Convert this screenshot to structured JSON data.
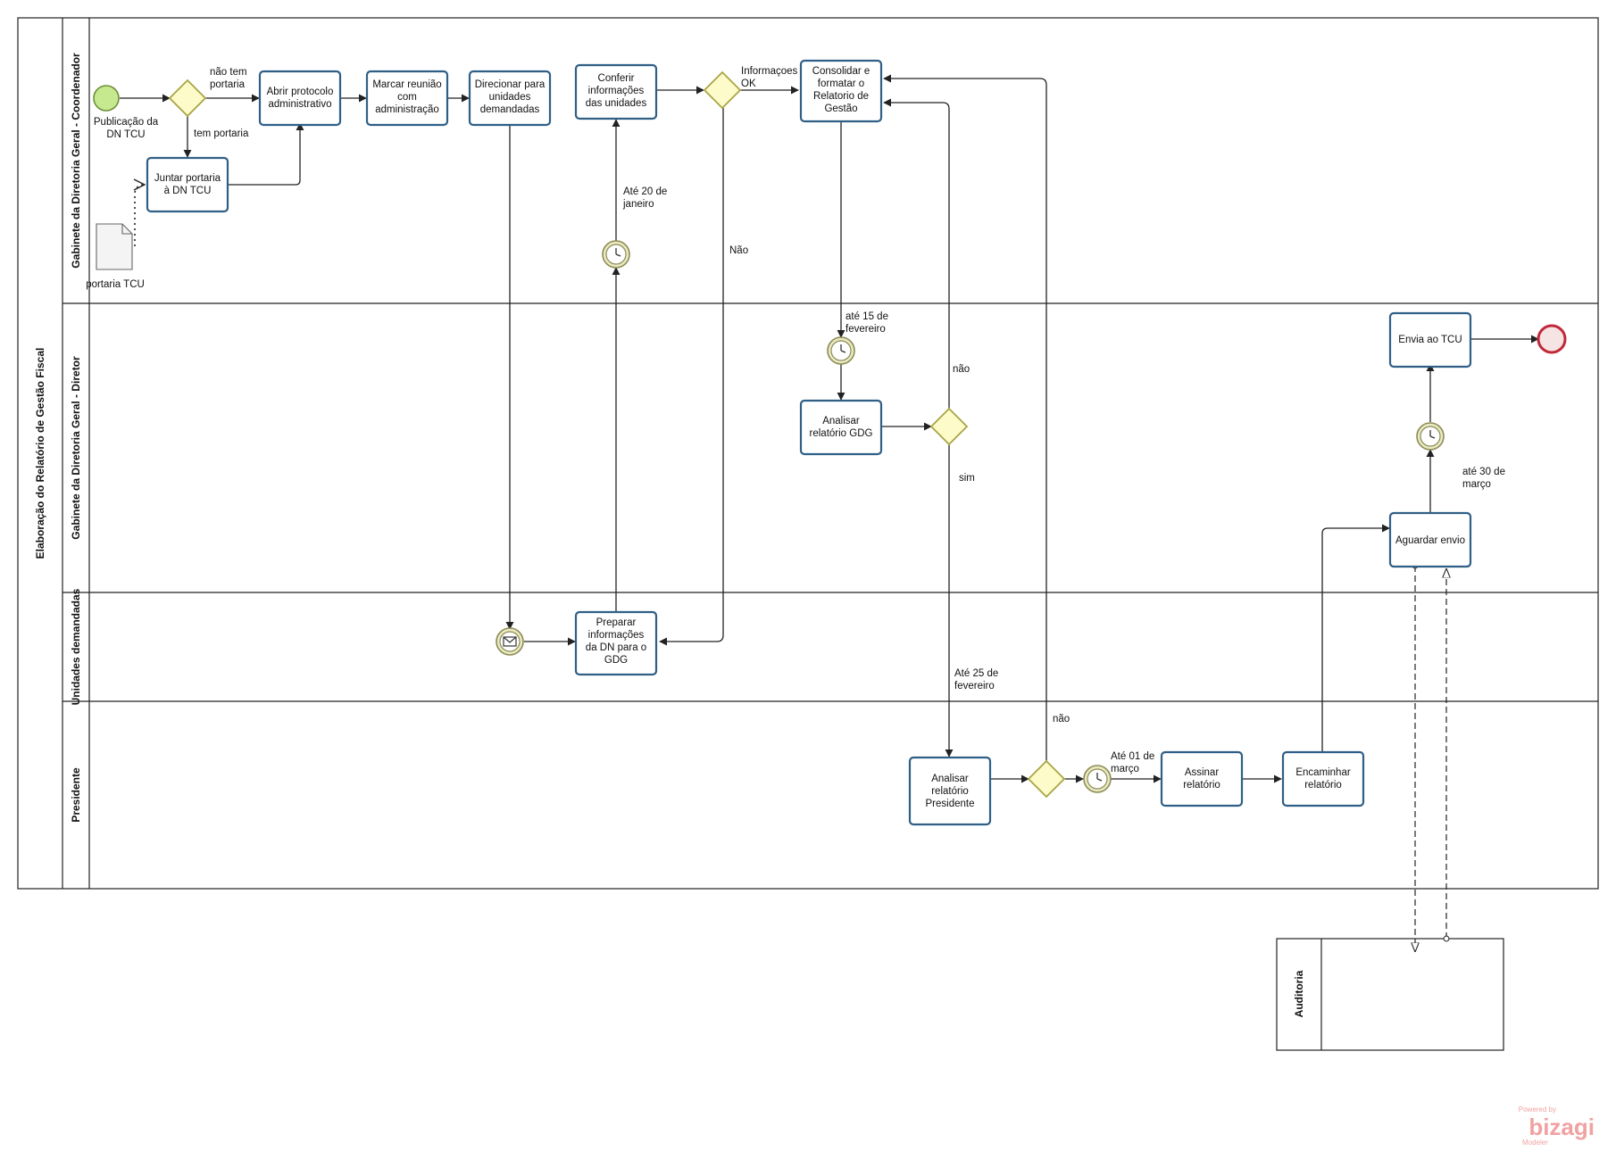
{
  "pool": {
    "title": "Elaboração do Relatório de Gestão Fiscal",
    "lanes": [
      "Gabinete da Diretoria Geral - Coordenador",
      "Gabinete da Diretoria Geral - Diretor",
      "Unidades demandadas",
      "Presidente"
    ]
  },
  "external_pool": {
    "title": "Auditoria"
  },
  "tasks": {
    "juntar": [
      "Juntar portaria",
      "à DN TCU"
    ],
    "abrir": [
      "Abrir protocolo",
      "administrativo"
    ],
    "marcar": [
      "Marcar reunião",
      "com",
      "administração"
    ],
    "direcionar": [
      "Direcionar para",
      "unidades",
      "demandadas"
    ],
    "conferir": [
      "Conferir",
      "informações",
      "das unidades"
    ],
    "consolidar": [
      "Consolidar e",
      "formatar  o",
      "Relatorio de",
      "Gestão"
    ],
    "analisar_gdg": [
      "Analisar",
      "relatório GDG"
    ],
    "envia_tcu": [
      "Envia ao TCU"
    ],
    "aguardar": [
      "Aguardar envio"
    ],
    "preparar": [
      "Preparar",
      "informações",
      "da DN para o",
      "GDG"
    ],
    "analisar_pres": [
      "Analisar",
      "relatório",
      "Presidente"
    ],
    "assinar": [
      "Assinar",
      "relatório"
    ],
    "encaminhar": [
      "Encaminhar",
      "relatório"
    ]
  },
  "labels": {
    "start_event": [
      "Publicação da",
      "DN TCU"
    ],
    "doc": "portaria TCU",
    "nao_tem": [
      "não tem",
      "portaria"
    ],
    "tem": "tem portaria",
    "info_ok": [
      "Informaçoes",
      "OK"
    ],
    "nao_upper": "Não",
    "ate_20": [
      "Até 20 de",
      "janeiro"
    ],
    "ate_15": [
      "até 15 de",
      "fevereiro"
    ],
    "nao_gdg": "não",
    "sim": "sim",
    "ate_25": [
      "Até 25 de",
      "fevereiro"
    ],
    "nao_pres": "não",
    "ate_01": [
      "Até 01 de",
      "março"
    ],
    "ate_30": [
      "até 30 de",
      "março"
    ]
  },
  "branding": {
    "powered": "Powered by",
    "name": "bizagi",
    "product": "Modeler"
  },
  "colors": {
    "task_border": "#2f5f86",
    "gateway_fill": "#fdfbc9",
    "start_event": "#c6e98f",
    "end_event": "#c0283a",
    "brand": "#f0a2a2"
  }
}
